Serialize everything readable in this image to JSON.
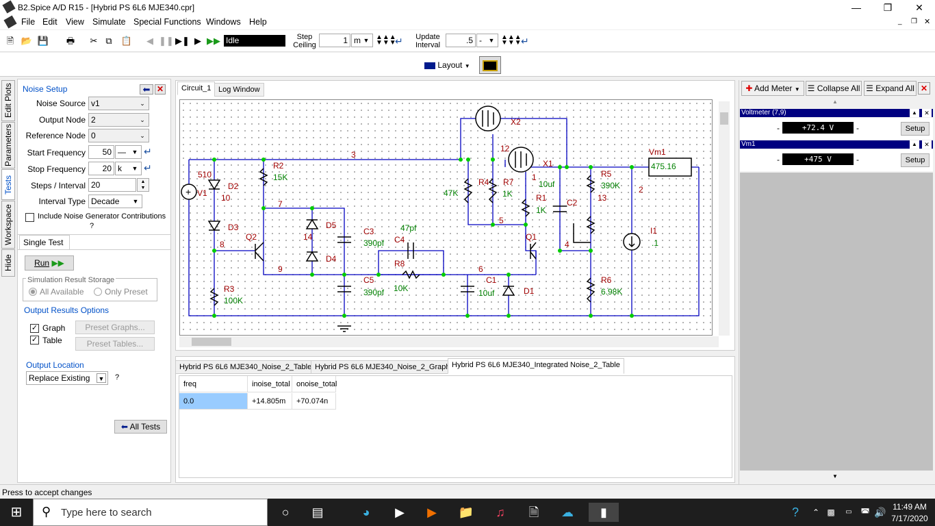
{
  "window": {
    "title": "B2.Spice A/D R15 - [Hybrid PS 6L6 MJE340.cpr]"
  },
  "menu": [
    "File",
    "Edit",
    "View",
    "Simulate",
    "Special Functions",
    "Windows",
    "Help"
  ],
  "toolbar": {
    "sim_status": "Idle",
    "step_ceiling_label": "Step\nCeiling",
    "step_ceiling_value": "1",
    "step_ceiling_unit": "m",
    "update_interval_label": "Update\nInterval",
    "update_interval_value": ".5",
    "update_interval_unit": "-",
    "layout_label": "Layout"
  },
  "left_tabs": [
    "Edit Plots",
    "Parameters",
    "Tests",
    "Workspace",
    "Hide"
  ],
  "noise_setup": {
    "title": "Noise Setup",
    "noise_source_label": "Noise Source",
    "noise_source": "v1",
    "output_node_label": "Output Node",
    "output_node": "2",
    "reference_node_label": "Reference Node",
    "reference_node": "0",
    "start_freq_label": "Start Frequency",
    "start_freq": "50",
    "start_freq_unit": "—",
    "stop_freq_label": "Stop Frequency",
    "stop_freq": "20",
    "stop_freq_unit": "k",
    "steps_label": "Steps / Interval",
    "steps": "20",
    "interval_type_label": "Interval Type",
    "interval_type": "Decade",
    "include_noise_gen": "Include Noise Generator Contributions",
    "help_q": "?"
  },
  "single_test": {
    "tab": "Single Test",
    "run_label": "Run",
    "storage_label": "Simulation Result Storage",
    "all_available": "All Available",
    "only_preset": "Only Preset",
    "output_options_label": "Output Results Options",
    "graph_label": "Graph",
    "table_label": "Table",
    "preset_graphs": "Preset Graphs...",
    "preset_tables": "Preset Tables...",
    "output_location_label": "Output Location",
    "output_location": "Replace Existing",
    "help_q": "?",
    "all_tests": "All Tests"
  },
  "canvas_tabs": [
    "Circuit_1",
    "Log Window"
  ],
  "schematic": {
    "labels": [
      "X2",
      "3",
      "12",
      "X1",
      "Vm1",
      "R2",
      "15K",
      "510",
      "V1",
      "D2",
      "10",
      "47K",
      "R4",
      "R7",
      "1K",
      "1",
      "10uf",
      "R5",
      "390K",
      "D3",
      "7",
      "R1",
      "1K",
      "C2",
      "13",
      "2",
      "D5",
      "C3",
      "390pf",
      "47pf",
      "5",
      "I1",
      ".1",
      "14",
      "C4",
      "Q1",
      "Q2",
      "8",
      "R8",
      "D4",
      "4",
      "9",
      "C5",
      "390pf",
      "10K",
      "6",
      "C1",
      "10uf",
      "D1",
      "R3",
      "100K",
      "R6",
      "6.98K"
    ],
    "meter_value": "475.16"
  },
  "result_tabs": [
    "Hybrid PS 6L6 MJE340_Noise_2_Table",
    "Hybrid PS 6L6 MJE340_Noise_2_Graph",
    "Hybrid PS 6L6 MJE340_Integrated Noise_2_Table"
  ],
  "table": {
    "headers": [
      "freq",
      "inoise_total",
      "onoise_total"
    ],
    "rows": [
      [
        "0.0",
        "+14.805m",
        "+70.074n"
      ]
    ]
  },
  "meters_panel": {
    "add_meter": "Add Meter",
    "collapse_all": "Collapse All",
    "expand_all": "Expand All",
    "meters": [
      {
        "name": "Voltmeter (7,9)",
        "value": "+72.4  V",
        "setup": "Setup",
        "minus": "-",
        "dash": "-"
      },
      {
        "name": "Vm1",
        "value": "+475  V",
        "setup": "Setup",
        "minus": "-",
        "dash": "-"
      }
    ]
  },
  "status_bar": "Press to accept changes",
  "taskbar": {
    "search_placeholder": "Type here to search",
    "time": "11:49 AM",
    "date": "7/17/2020"
  }
}
